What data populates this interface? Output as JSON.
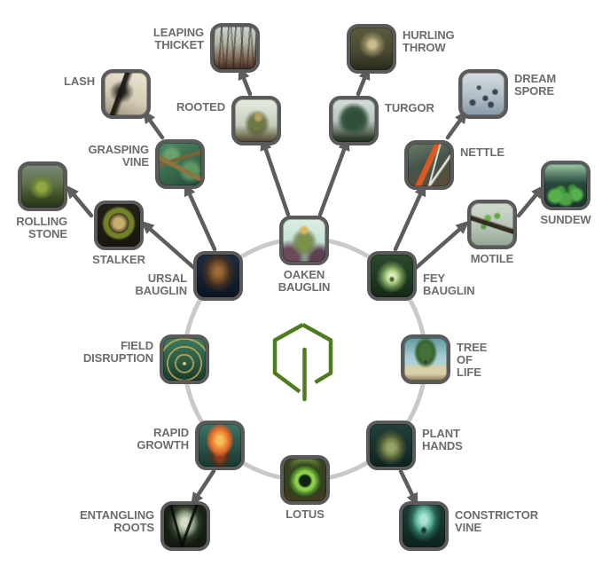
{
  "diagram": {
    "title": "bauglin-ability-tree",
    "logo": {
      "name": "hex-seed-logo",
      "color": "#4f7b1f"
    },
    "ring_color": "#c9c9c9",
    "arrow_color": "#5d5d5d",
    "label_color": "#6c6c6c",
    "icon_border_color": "#5a5a5a",
    "nodes": [
      {
        "id": "leaping-thicket",
        "label": "LEAPING\nTHICKET"
      },
      {
        "id": "hurling-throw",
        "label": "HURLING\nTHROW"
      },
      {
        "id": "lash",
        "label": "LASH"
      },
      {
        "id": "dream-spore",
        "label": "DREAM\nSPORE"
      },
      {
        "id": "rooted",
        "label": "ROOTED"
      },
      {
        "id": "turgor",
        "label": "TURGOR"
      },
      {
        "id": "grasping-vine",
        "label": "GRASPING\nVINE"
      },
      {
        "id": "nettle",
        "label": "NETTLE"
      },
      {
        "id": "rolling-stone",
        "label": "ROLLING\nSTONE"
      },
      {
        "id": "sundew",
        "label": "SUNDEW"
      },
      {
        "id": "stalker",
        "label": "STALKER"
      },
      {
        "id": "motile",
        "label": "MOTILE"
      },
      {
        "id": "ursal-bauglin",
        "label": "URSAL\nBAUGLIN"
      },
      {
        "id": "oaken-bauglin",
        "label": "OAKEN\nBAUGLIN"
      },
      {
        "id": "fey-bauglin",
        "label": "FEY\nBAUGLIN"
      },
      {
        "id": "field-disruption",
        "label": "FIELD\nDISRUPTION"
      },
      {
        "id": "tree-of-life",
        "label": "TREE\nOF\nLIFE"
      },
      {
        "id": "rapid-growth",
        "label": "RAPID\nGROWTH"
      },
      {
        "id": "plant-hands",
        "label": "PLANT\nHANDS"
      },
      {
        "id": "entangling-roots",
        "label": "ENTANGLING\nROOTS"
      },
      {
        "id": "constrictor-vine",
        "label": "CONSTRICTOR\nVINE"
      },
      {
        "id": "lotus",
        "label": "LOTUS"
      }
    ],
    "edges": [
      [
        "ursal-bauglin",
        "stalker"
      ],
      [
        "stalker",
        "rolling-stone"
      ],
      [
        "ursal-bauglin",
        "grasping-vine"
      ],
      [
        "grasping-vine",
        "lash"
      ],
      [
        "oaken-bauglin",
        "rooted"
      ],
      [
        "rooted",
        "leaping-thicket"
      ],
      [
        "oaken-bauglin",
        "turgor"
      ],
      [
        "turgor",
        "hurling-throw"
      ],
      [
        "fey-bauglin",
        "nettle"
      ],
      [
        "nettle",
        "dream-spore"
      ],
      [
        "fey-bauglin",
        "motile"
      ],
      [
        "motile",
        "sundew"
      ],
      [
        "rapid-growth",
        "entangling-roots"
      ],
      [
        "plant-hands",
        "constrictor-vine"
      ]
    ],
    "ring_members": [
      "oaken-bauglin",
      "fey-bauglin",
      "tree-of-life",
      "plant-hands",
      "lotus",
      "rapid-growth",
      "field-disruption",
      "ursal-bauglin"
    ]
  }
}
